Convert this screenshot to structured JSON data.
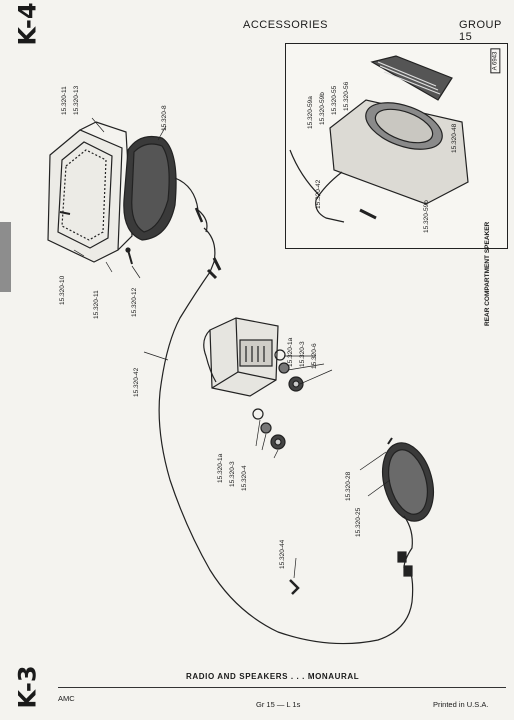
{
  "header": {
    "page_code_top": "K-4",
    "section": "ACCESSORIES",
    "group": "GROUP 15"
  },
  "inset": {
    "ref": "A 6943",
    "caption": "REAR COMPARTMENT SPEAKER",
    "labels": [
      "15.320-59a",
      "15.320-59b",
      "15.320-55",
      "15.320-56",
      "15.320-48",
      "15.320-42",
      "15.320-59b"
    ]
  },
  "labels": {
    "l11a": "15.320-11",
    "l13": "15.320-13",
    "l8": "15.320-8",
    "l10": "15.320-10",
    "l11b": "15.320-11",
    "l12": "15.320-12",
    "l42": "15.320-42",
    "l1a_r": "15.320-1a",
    "l3_r": "15.320-3",
    "l6": "15.320-6",
    "l1a_l": "15.320-1a",
    "l3_l": "15.320-3",
    "l4": "15.320-4",
    "l28": "15.320-28",
    "l25": "15.320-25",
    "l44": "15.320-44"
  },
  "footer": {
    "page_code_bottom": "K-3",
    "caption": "RADIO AND SPEAKERS . . . MONAURAL",
    "brand": "AMC",
    "center": "Gr 15 — L 1s",
    "right": "Printed in U.S.A."
  }
}
